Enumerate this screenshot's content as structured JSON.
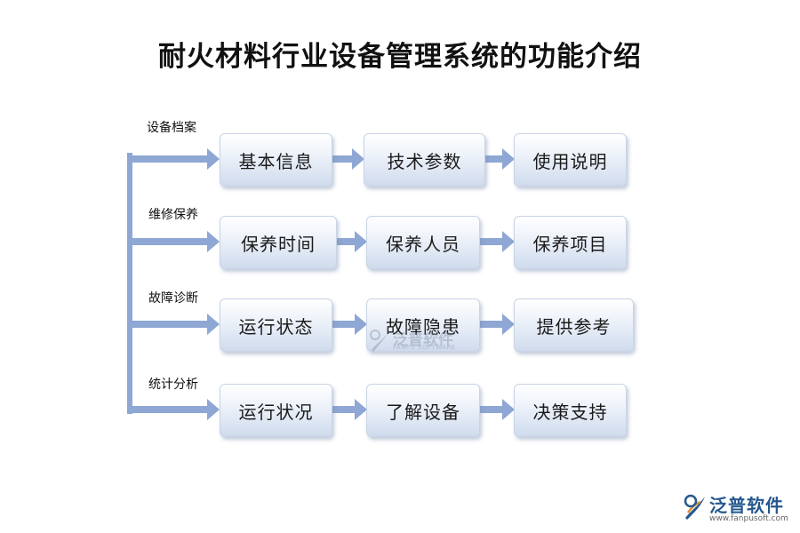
{
  "title": "耐火材料行业设备管理系统的功能介绍",
  "categories": [
    {
      "label": "设备档案",
      "items": [
        "基本信息",
        "技术参数",
        "使用说明"
      ]
    },
    {
      "label": "维修保养",
      "items": [
        "保养时间",
        "保养人员",
        "保养项目"
      ]
    },
    {
      "label": "故障诊断",
      "items": [
        "运行状态",
        "故障隐患",
        "提供参考"
      ]
    },
    {
      "label": "统计分析",
      "items": [
        "运行状况",
        "了解设备",
        "决策支持"
      ]
    }
  ],
  "watermark": {
    "main": "泛普软件",
    "sub": "FANPU SOFTWARE"
  },
  "brand": {
    "name": "泛普软件",
    "url": "www.fanpusoft.com"
  },
  "colors": {
    "arrow": "#8ea7d4",
    "box_bottom": "#cfdbed",
    "brand": "#26588f"
  }
}
